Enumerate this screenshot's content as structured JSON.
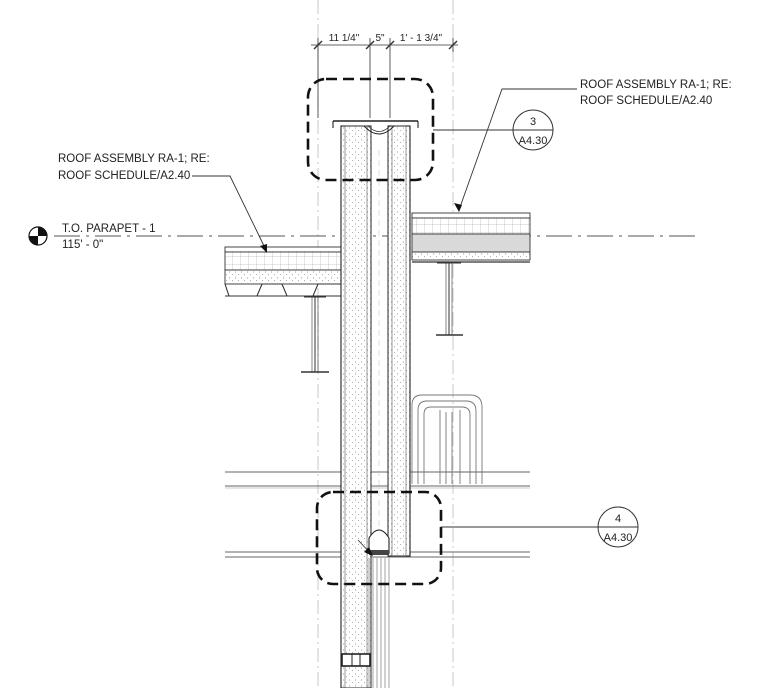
{
  "dimensions": {
    "left": "11 1/4\"",
    "middle": "5\"",
    "right": "1' - 1 3/4\""
  },
  "notes": {
    "right": {
      "line1": "ROOF ASSEMBLY RA-1; RE:",
      "line2": "ROOF SCHEDULE/A2.40"
    },
    "left": {
      "line1": "ROOF ASSEMBLY RA-1; RE:",
      "line2": "ROOF SCHEDULE/A2.40"
    }
  },
  "level": {
    "name": "T.O. PARAPET - 1",
    "elevation": "115' - 0\""
  },
  "callouts": [
    {
      "detail": "3",
      "sheet": "A4.30"
    },
    {
      "detail": "4",
      "sheet": "A4.30"
    }
  ]
}
